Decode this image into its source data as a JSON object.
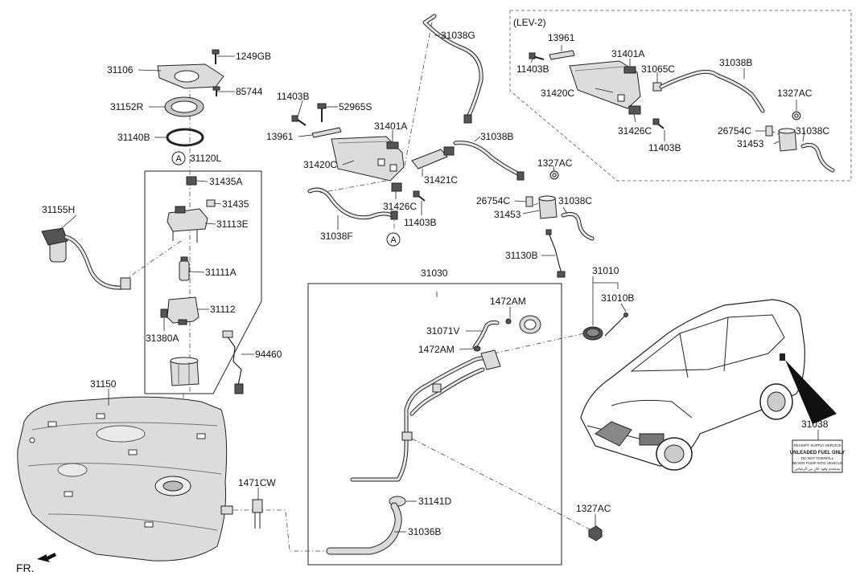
{
  "header": {
    "lev_label": "(LEV-2)"
  },
  "callouts": {
    "c31106": "31106",
    "c1249GB": "1249GB",
    "c85744": "85744",
    "c31152R": "31152R",
    "c31140B": "31140B",
    "c31120L": "31120L",
    "c31435A": "31435A",
    "c31435": "31435",
    "c31113E": "31113E",
    "c31155H": "31155H",
    "c31111A": "31111A",
    "c31112": "31112",
    "c31380A": "31380A",
    "c94460": "94460",
    "c31150": "31150",
    "c1471CW": "1471CW",
    "c31038G": "31038G",
    "c11403B_a": "11403B",
    "c52965S": "52965S",
    "c13961_a": "13961",
    "c31401A_a": "31401A",
    "c31420C_a": "31420C",
    "c31421C": "31421C",
    "c31426C_a": "31426C",
    "c11403B_b": "11403B",
    "c31038F": "31038F",
    "c31038B_a": "31038B",
    "c1327AC_a": "1327AC",
    "c26754C_a": "26754C",
    "c31038C_a": "31038C",
    "c31453_a": "31453",
    "c31130B": "31130B",
    "c13961_b": "13961",
    "c11403B_c": "11403B",
    "c31401A_b": "31401A",
    "c31065C": "31065C",
    "c31038B_b": "31038B",
    "c31420C_b": "31420C",
    "c1327AC_b": "1327AC",
    "c26754C_b": "26754C",
    "c31038C_b": "31038C",
    "c31426C_b": "31426C",
    "c11403B_d": "11403B",
    "c31453_b": "31453",
    "c31030": "31030",
    "c1472AM_a": "1472AM",
    "c31071V": "31071V",
    "c1472AM_b": "1472AM",
    "c31141D": "31141D",
    "c31036B": "31036B",
    "c31010": "31010",
    "c31010B": "31010B",
    "c31038": "31038",
    "c1327AC_c": "1327AC"
  },
  "markers": {
    "a1": "A",
    "a2": "A"
  },
  "direction": {
    "label": "FR."
  },
  "fuel_label": {
    "line1": "RECEIPT SUPPLY SERVICE",
    "line2": "UNLEADED FUEL ONLY",
    "line3": "DO NOT OVERFILL",
    "line4": "NEVER PUMP INTO VEHICLE",
    "line5": "يستخدم وقود خالٍ من الرصاص"
  }
}
